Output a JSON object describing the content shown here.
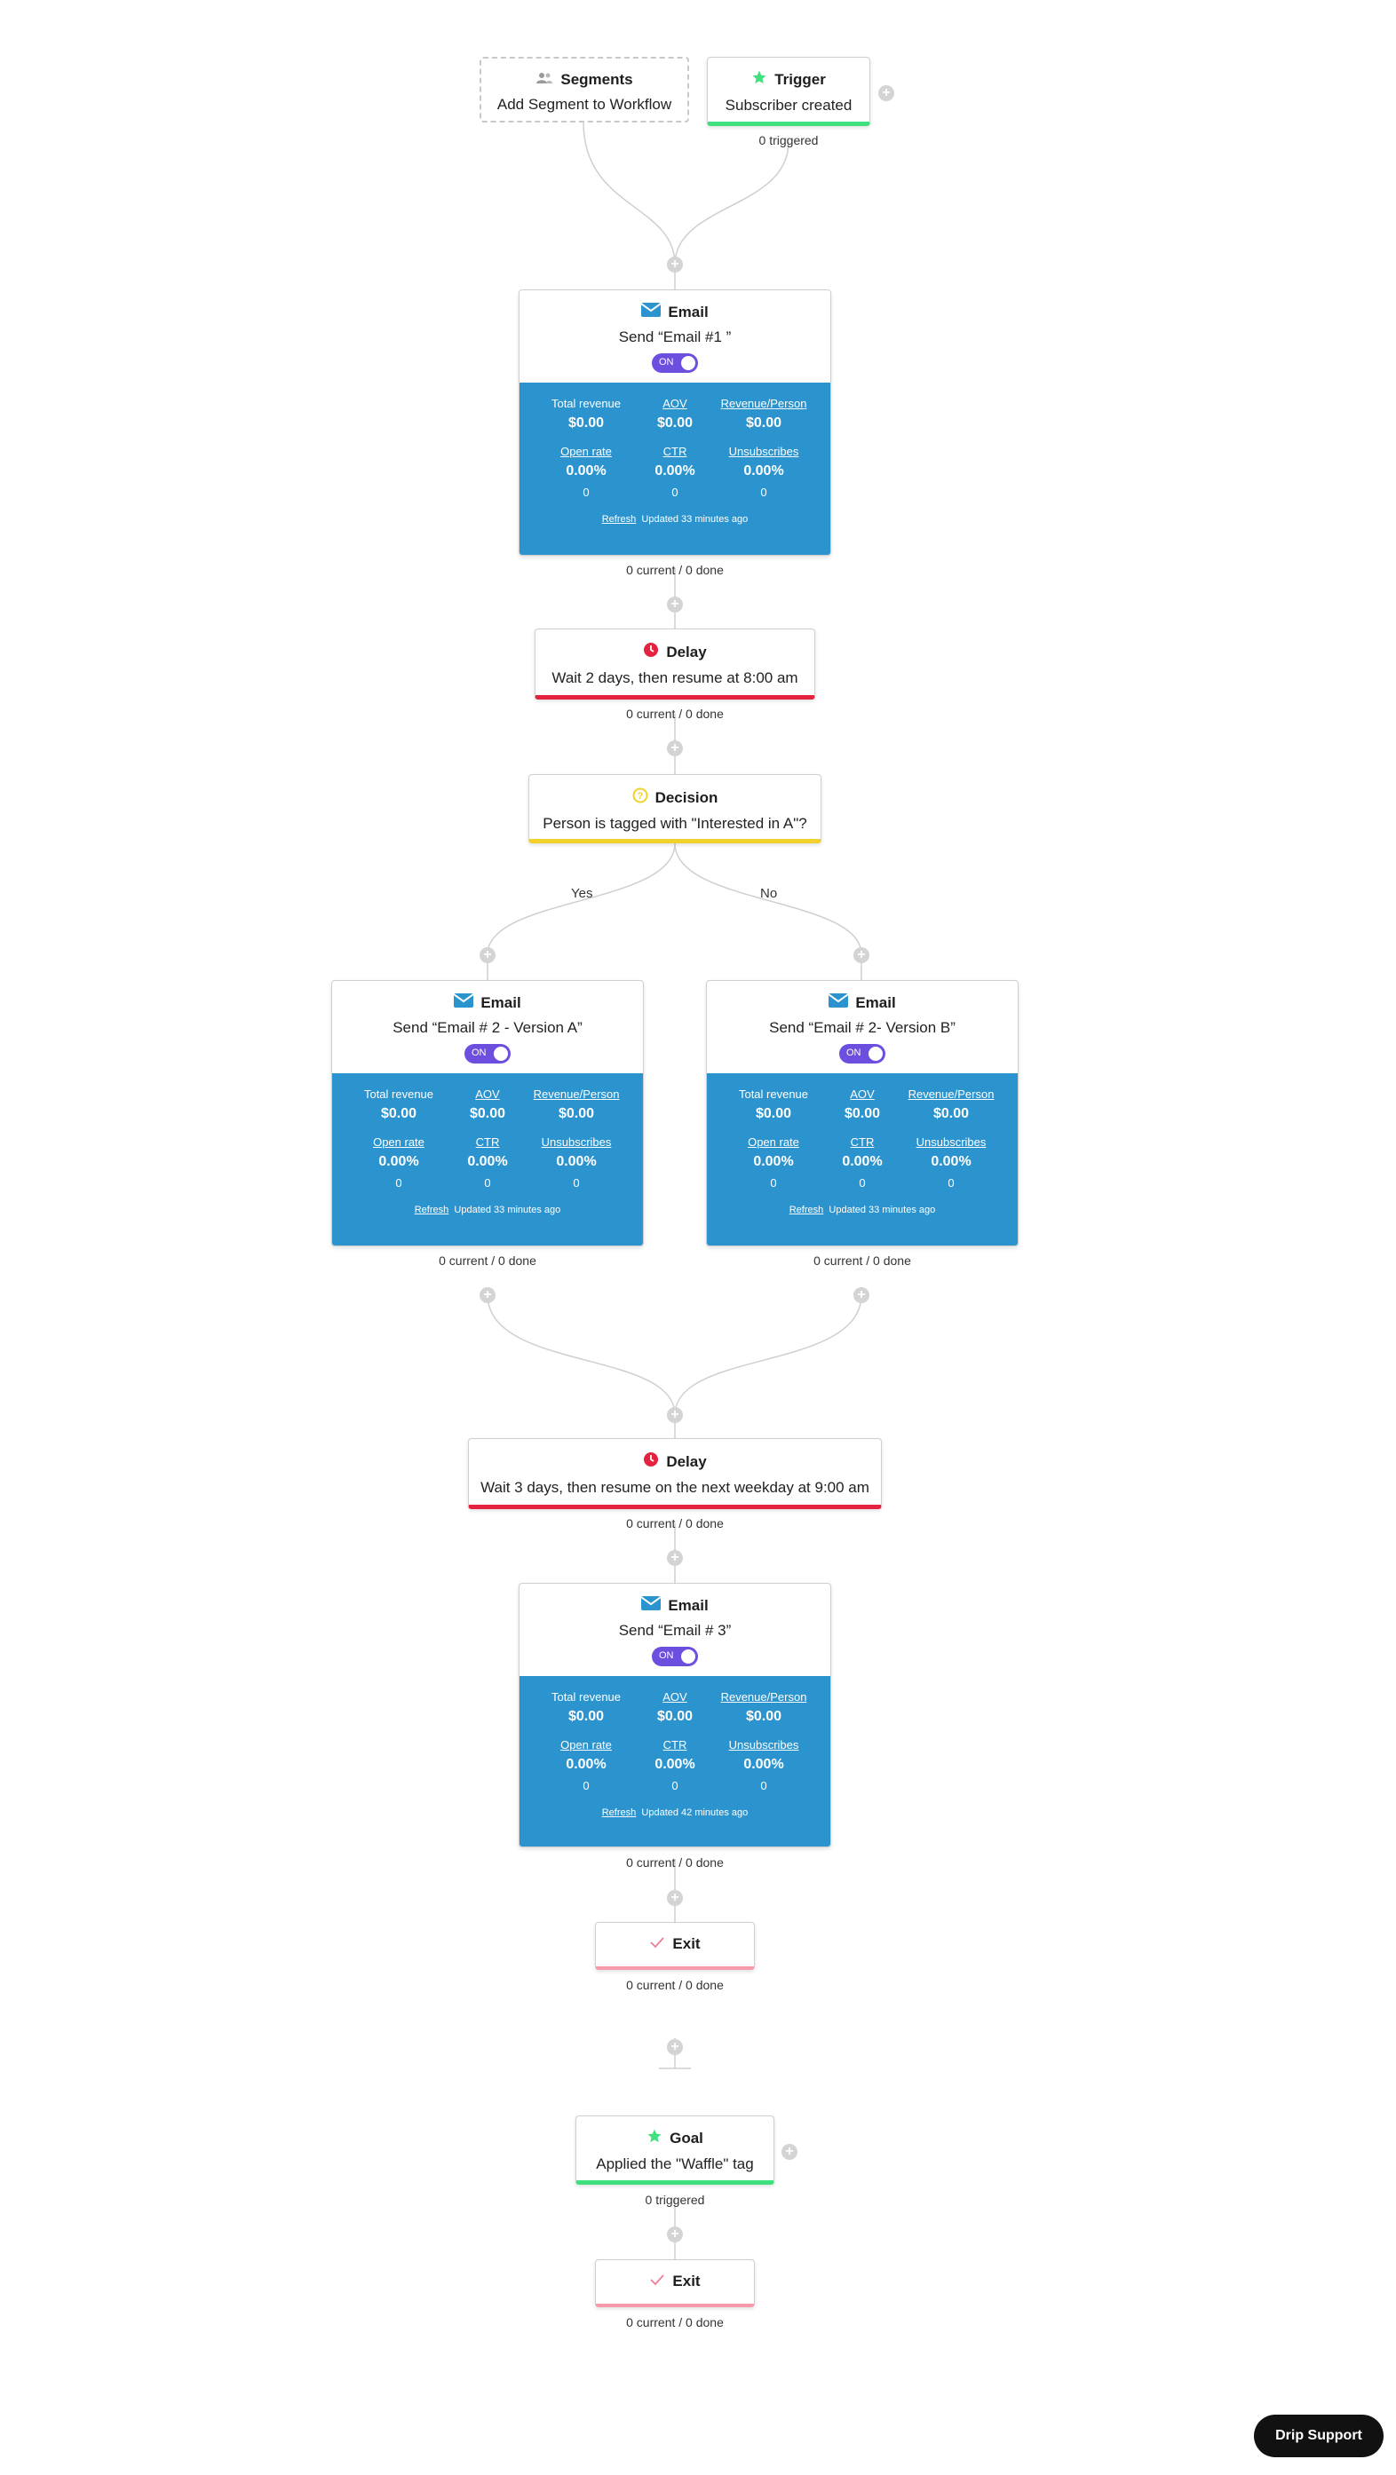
{
  "segments": {
    "title": "Segments",
    "subtitle": "Add Segment to Workflow"
  },
  "trigger": {
    "title": "Trigger",
    "subtitle": "Subscriber created",
    "count": "0 triggered"
  },
  "email1": {
    "title": "Email",
    "subtitle": "Send “Email #1 ”",
    "toggle": "ON",
    "stats": {
      "total_revenue_label": "Total revenue",
      "total_revenue": "$0.00",
      "aov_label": "AOV",
      "aov": "$0.00",
      "rpp_label": "Revenue/Person",
      "rpp": "$0.00",
      "open_rate_label": "Open rate",
      "open_rate": "0.00%",
      "open_count": "0",
      "ctr_label": "CTR",
      "ctr": "0.00%",
      "ctr_count": "0",
      "unsub_label": "Unsubscribes",
      "unsub": "0.00%",
      "unsub_count": "0",
      "refresh": "Refresh",
      "updated": "Updated 33 minutes ago"
    },
    "progress": "0 current / 0 done"
  },
  "delay1": {
    "title": "Delay",
    "subtitle": "Wait 2 days, then resume at 8:00 am",
    "progress": "0 current / 0 done"
  },
  "decision": {
    "title": "Decision",
    "subtitle": "Person is tagged with \"Interested in A\"?",
    "yes": "Yes",
    "no": "No"
  },
  "email2a": {
    "title": "Email",
    "subtitle": "Send “Email # 2 - Version A”",
    "toggle": "ON",
    "stats": {
      "total_revenue_label": "Total revenue",
      "total_revenue": "$0.00",
      "aov_label": "AOV",
      "aov": "$0.00",
      "rpp_label": "Revenue/Person",
      "rpp": "$0.00",
      "open_rate_label": "Open rate",
      "open_rate": "0.00%",
      "open_count": "0",
      "ctr_label": "CTR",
      "ctr": "0.00%",
      "ctr_count": "0",
      "unsub_label": "Unsubscribes",
      "unsub": "0.00%",
      "unsub_count": "0",
      "refresh": "Refresh",
      "updated": "Updated 33 minutes ago"
    },
    "progress": "0 current / 0 done"
  },
  "email2b": {
    "title": "Email",
    "subtitle": "Send “Email # 2- Version B”",
    "toggle": "ON",
    "stats": {
      "total_revenue_label": "Total revenue",
      "total_revenue": "$0.00",
      "aov_label": "AOV",
      "aov": "$0.00",
      "rpp_label": "Revenue/Person",
      "rpp": "$0.00",
      "open_rate_label": "Open rate",
      "open_rate": "0.00%",
      "open_count": "0",
      "ctr_label": "CTR",
      "ctr": "0.00%",
      "ctr_count": "0",
      "unsub_label": "Unsubscribes",
      "unsub": "0.00%",
      "unsub_count": "0",
      "refresh": "Refresh",
      "updated": "Updated 33 minutes ago"
    },
    "progress": "0 current / 0 done"
  },
  "delay2": {
    "title": "Delay",
    "subtitle": "Wait 3 days, then resume on the next weekday at 9:00 am",
    "progress": "0 current / 0 done"
  },
  "email3": {
    "title": "Email",
    "subtitle": "Send “Email # 3”",
    "toggle": "ON",
    "stats": {
      "total_revenue_label": "Total revenue",
      "total_revenue": "$0.00",
      "aov_label": "AOV",
      "aov": "$0.00",
      "rpp_label": "Revenue/Person",
      "rpp": "$0.00",
      "open_rate_label": "Open rate",
      "open_rate": "0.00%",
      "open_count": "0",
      "ctr_label": "CTR",
      "ctr": "0.00%",
      "ctr_count": "0",
      "unsub_label": "Unsubscribes",
      "unsub": "0.00%",
      "unsub_count": "0",
      "refresh": "Refresh",
      "updated": "Updated 42 minutes ago"
    },
    "progress": "0 current / 0 done"
  },
  "exit1": {
    "title": "Exit",
    "progress": "0 current / 0 done"
  },
  "goal": {
    "title": "Goal",
    "subtitle": "Applied the \"Waffle\" tag",
    "count": "0 triggered"
  },
  "exit2": {
    "title": "Exit",
    "progress": "0 current / 0 done"
  },
  "support": {
    "label": "Drip Support"
  },
  "colors": {
    "stats_bg": "#2b94cf",
    "toggle": "#6d4fe0",
    "green": "#3fe07e",
    "red": "#e3233f",
    "yellow": "#f2d12c",
    "exit_bar": "#f59aab"
  }
}
